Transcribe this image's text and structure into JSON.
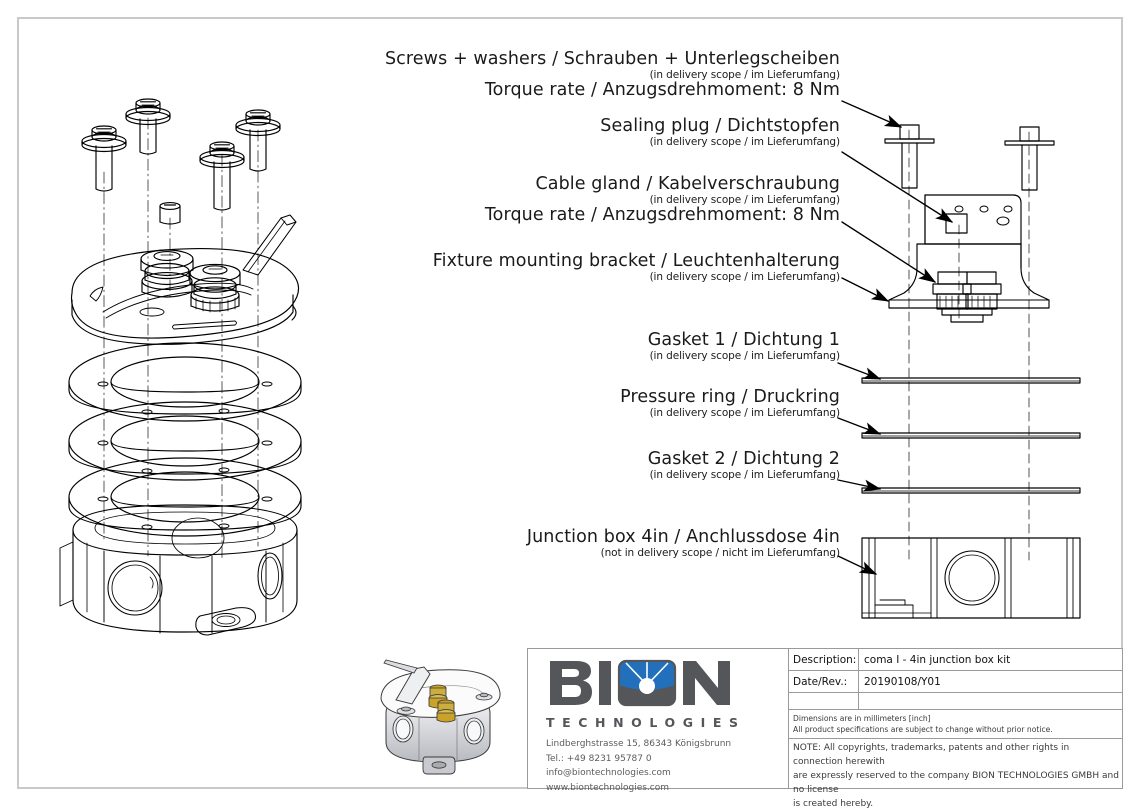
{
  "document": {
    "type": "technical-assembly-drawing",
    "sheet_border_color": "#c9c9c9"
  },
  "callouts": [
    {
      "id": "screws",
      "main": "Screws + washers / Schrauben + Unterlegscheiben",
      "main2": "Torque rate / Anzugsdrehmoment: 8 Nm",
      "sub": "(in delivery scope / im Lieferumfang)"
    },
    {
      "id": "sealing-plug",
      "main": "Sealing plug / Dichtstopfen",
      "sub": "(in delivery scope / im Lieferumfang)"
    },
    {
      "id": "cable-gland",
      "main": "Cable gland / Kabelverschraubung",
      "main2": "Torque rate / Anzugsdrehmoment: 8 Nm",
      "sub": "(in delivery scope / im Lieferumfang)"
    },
    {
      "id": "mounting-bracket",
      "main": "Fixture mounting bracket  / Leuchtenhalterung",
      "sub": "(in delivery scope / im Lieferumfang)"
    },
    {
      "id": "gasket-1",
      "main": "Gasket 1 / Dichtung 1",
      "sub": "(in delivery scope / im Lieferumfang)"
    },
    {
      "id": "pressure-ring",
      "main": "Pressure ring / Druckring",
      "sub": "(in delivery scope / im Lieferumfang)"
    },
    {
      "id": "gasket-2",
      "main": "Gasket 2 / Dichtung 2",
      "sub": "(in delivery scope / im Lieferumfang)"
    },
    {
      "id": "junction-box",
      "main": "Junction box 4in / Anchlussdose 4in",
      "sub": "(not in delivery scope / nicht im Lieferumfang)"
    }
  ],
  "titleblock": {
    "logo": {
      "brand": "BION",
      "brand_part1": "BI",
      "brand_part2": "N",
      "tagline": "TECHNOLOGIES",
      "logo_gray": "#54565a",
      "logo_blue": "#2270bb"
    },
    "address": {
      "street": "Lindberghstrasse 15, 86343 Königsbrunn",
      "phone": "Tel.: +49 8231 95787 0",
      "email": "info@biontechnologies.com",
      "web": "www.biontechnologies.com"
    },
    "rows": [
      {
        "key": "Description:",
        "value": "coma I - 4in junction box kit"
      },
      {
        "key": "Date/Rev.:",
        "value": "20190108/Y01"
      }
    ],
    "note_dimensions_line1": "Dimensions are in millimeters [inch]",
    "note_dimensions_line2": "All product specifications are subject to change without prior notice.",
    "note_copyright_line1": "NOTE: All copyrights, trademarks, patents and other rights in connection herewith",
    "note_copyright_line2": "are expressly reserved to the company BION TECHNOLOGIES GMBH and no license",
    "note_copyright_line3": "is created hereby."
  }
}
